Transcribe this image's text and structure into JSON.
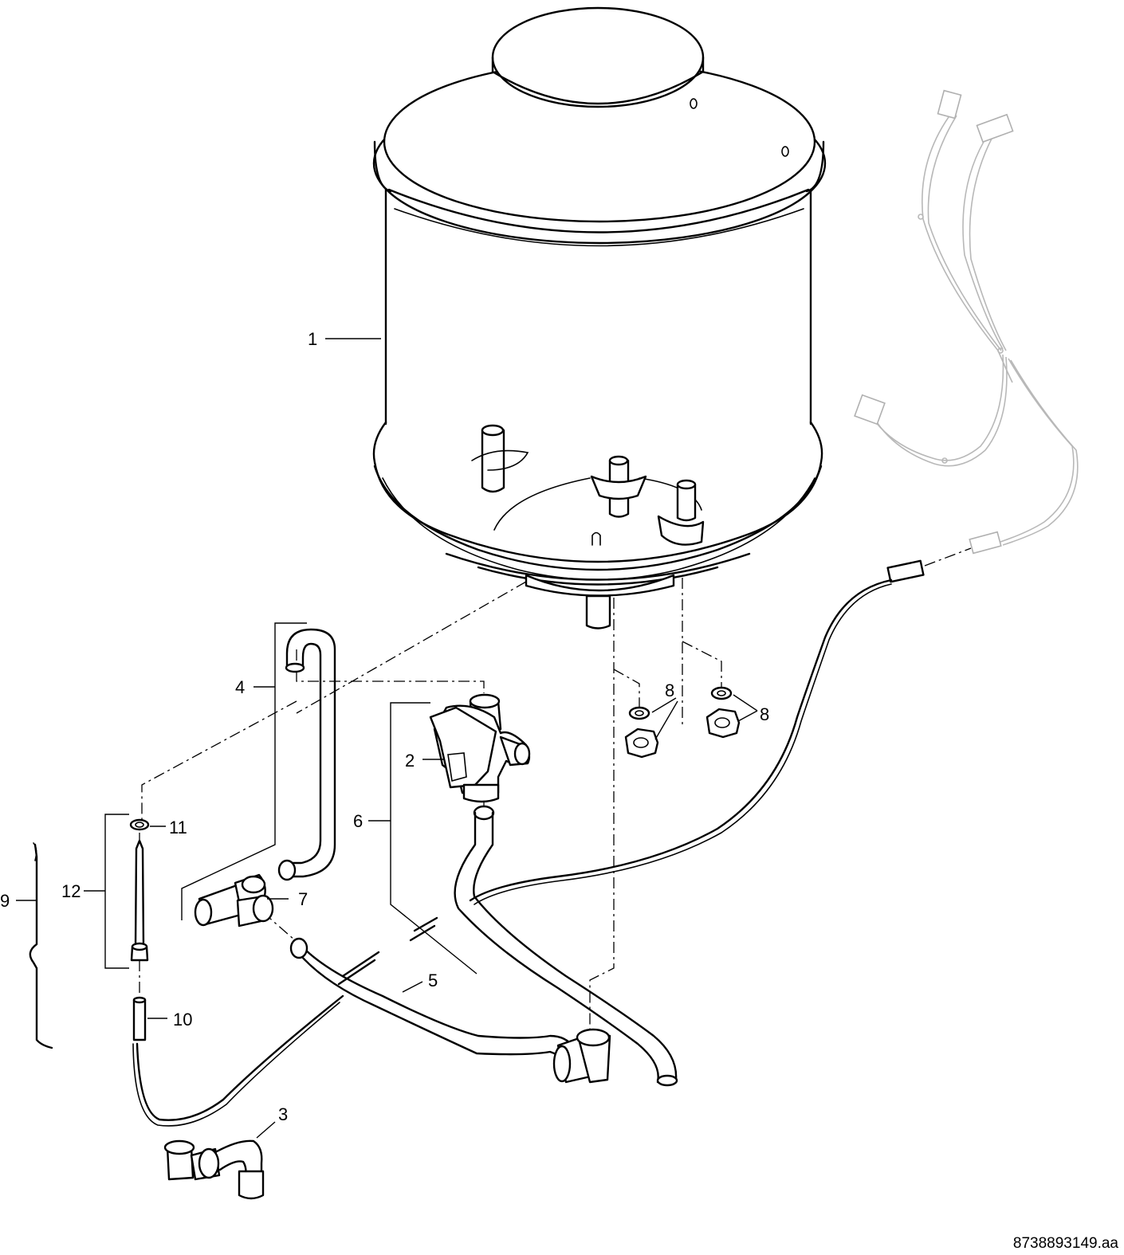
{
  "labels": {
    "l1": "1",
    "l2": "2",
    "l3": "3",
    "l4": "4",
    "l5": "5",
    "l6": "6",
    "l7": "7",
    "l8a": "8",
    "l8b": "8",
    "l9": "9",
    "l10": "10",
    "l11": "11",
    "l12": "12"
  },
  "drawing_code": "8738893149.aa"
}
